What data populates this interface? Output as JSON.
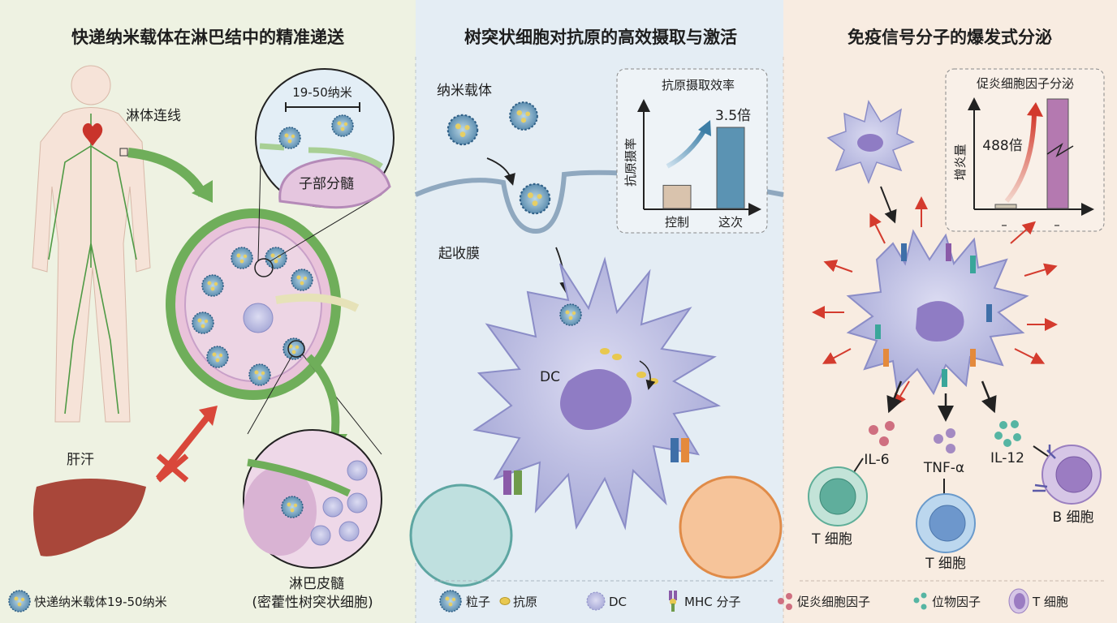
{
  "panels": [
    {
      "title": "快递纳米载体在淋巴结中的精准递送",
      "labels": {
        "lymph_line": "淋体连线",
        "scale": "19-50纳米",
        "subcapsular": "子部分髓",
        "liver": "肝汗",
        "medulla_line1": "淋巴皮髓",
        "medulla_line2": "(密藿性树突状细胞)"
      }
    },
    {
      "title": "树突状细胞对抗原的高效摄取与激活",
      "labels": {
        "nanocarrier": "纳米载体",
        "membrane": "起收膜",
        "dc": "DC"
      },
      "inset_chart": {
        "title": "抗原摄取效率",
        "ylabel": "抗原摄率",
        "categories": [
          "控制",
          "这次"
        ],
        "values": [
          1,
          3.5
        ],
        "annotation": "3.5倍",
        "colors": [
          "#d9c3ad",
          "#5b93b3"
        ]
      }
    },
    {
      "title": "免疫信号分子的爆发式分泌",
      "labels": {
        "il6": "IL-6",
        "tnf": "TNF-α",
        "il12": "IL-12",
        "tcell1": "T 细胞",
        "tcell2": "T 细胞",
        "bcell": "B 细胞"
      },
      "inset_chart": {
        "title": "促炎细胞因子分泌",
        "ylabel": "增炎量",
        "categories": [
          "–",
          "–"
        ],
        "values": [
          1,
          488
        ],
        "annotation": "488倍",
        "colors": [
          "#cfc6b4",
          "#b479b0"
        ]
      }
    }
  ],
  "legend": {
    "nanocarrier": "快递纳米载体19-50纳米",
    "particle": "粒子",
    "antigen": "抗原",
    "dc": "DC",
    "mhc": "MHC 分子",
    "proinflammatory": "促炎细胞因子",
    "cytokine": "位物因子",
    "tcell": "T 细胞"
  }
}
